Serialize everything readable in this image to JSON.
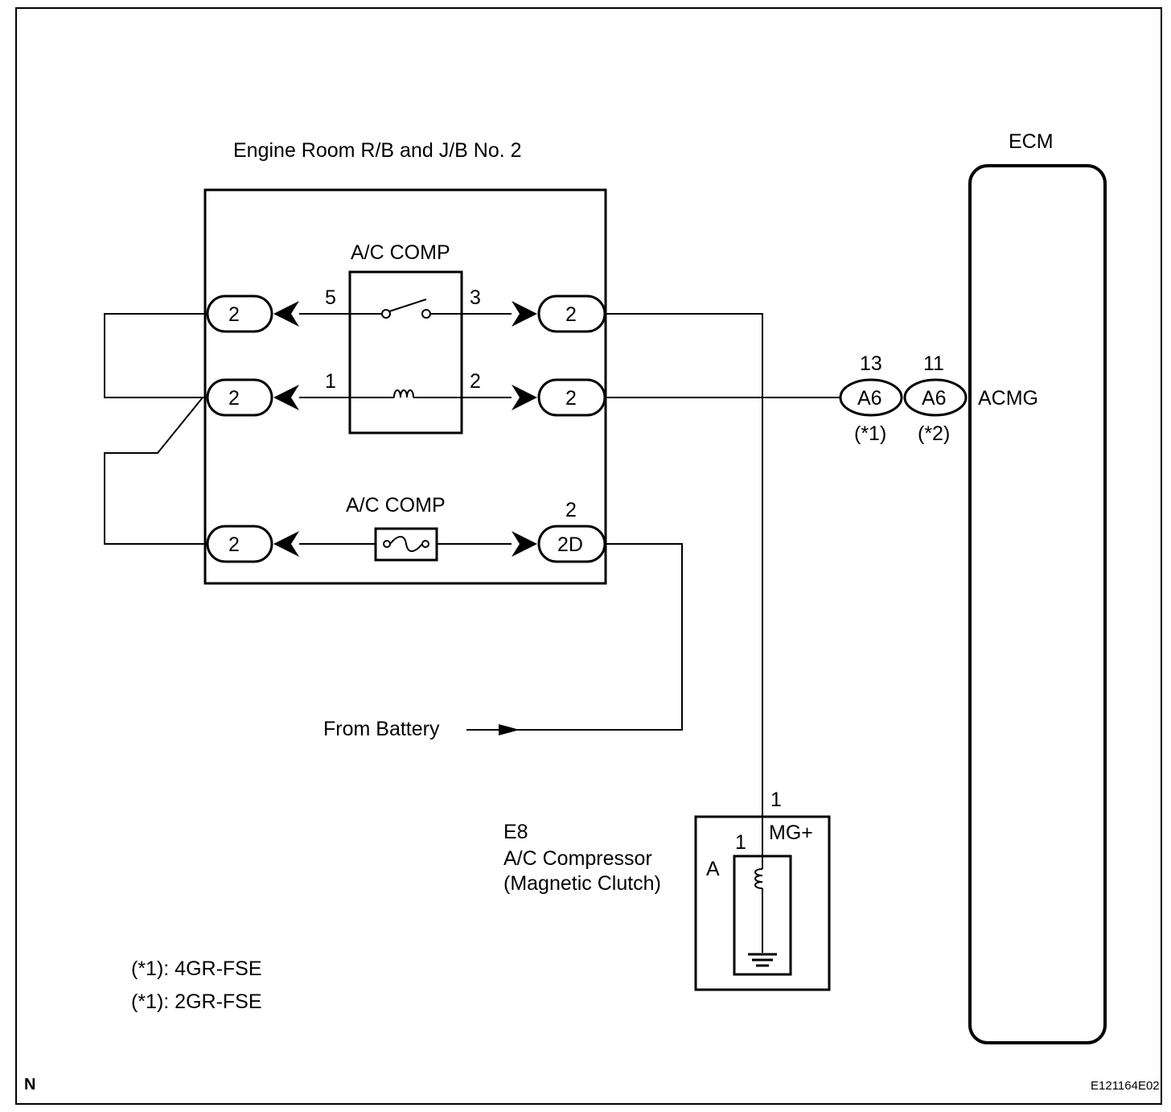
{
  "relay_box": {
    "title": "Engine Room R/B and J/B No. 2",
    "relay_label": "A/C COMP",
    "fuse_label": "A/C COMP",
    "relay_pins": {
      "p5": "5",
      "p3": "3",
      "p1": "1",
      "p2": "2"
    },
    "fuse_pin": "2",
    "left_connectors": [
      "2",
      "2",
      "2"
    ],
    "right_connectors": [
      "2",
      "2",
      "2D"
    ]
  },
  "ecm": {
    "title": "ECM",
    "terminal": "ACMG",
    "connector_a": {
      "pin": "13",
      "code": "A6",
      "note": "(*1)"
    },
    "connector_b": {
      "pin": "11",
      "code": "A6",
      "note": "(*2)"
    }
  },
  "battery": {
    "label": "From Battery"
  },
  "compressor": {
    "code": "E8",
    "name": "A/C Compressor",
    "sub": "(Magnetic Clutch)",
    "terminal": "MG+",
    "pin_outer": "1",
    "pin_inner": "1",
    "connector": "A"
  },
  "notes": [
    "(*1): 4GR-FSE",
    "(*1): 2GR-FSE"
  ],
  "corner_mark": "N",
  "figure_id": "E121164E02"
}
